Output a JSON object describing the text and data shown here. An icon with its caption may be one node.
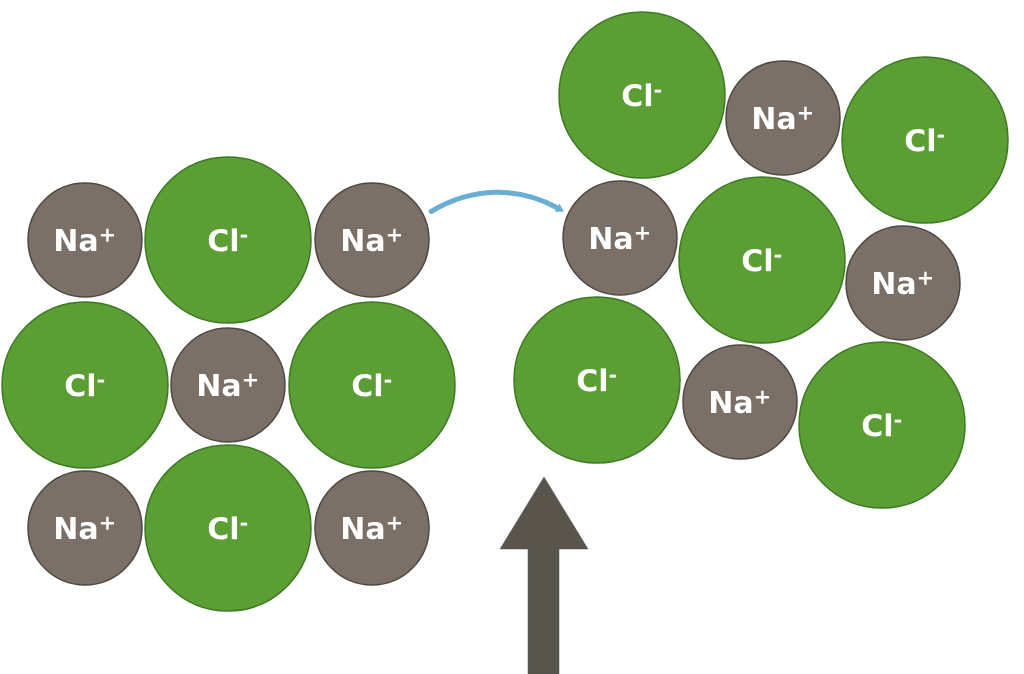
{
  "diagram": {
    "nodes": [
      {
        "text": [
          "Na$^{+}$"
        ]
      },
      {
        "text": [
          "Cl$^{-}$"
        ]
      },
      {
        "text": [
          "Na$^{+}$"
        ]
      },
      {
        "text": [
          "Cl$^{-}$"
        ]
      },
      {
        "text": [
          "Na$^{+}$"
        ]
      },
      {
        "text": [
          "Cl$^{-}$"
        ]
      },
      {
        "text": [
          "Na$^{+}$"
        ]
      },
      {
        "text": [
          "Cl$^{-}$"
        ]
      },
      {
        "text": [
          "Na$^{+}$"
        ]
      },
      {
        "text": [
          "Cl$^{-}$"
        ]
      },
      {
        "text": [
          "Na$^{+}$"
        ]
      },
      {
        "text": [
          "Cl$^{-}$"
        ]
      },
      {
        "text": [
          "Na$^{+}$"
        ]
      },
      {
        "text": [
          "Cl$^{-}$"
        ]
      },
      {
        "text": [
          "Na$^{+}$"
        ]
      },
      {
        "text": [
          "Cl$^{-}$"
        ]
      },
      {
        "text": [
          "Na$^{+}$"
        ]
      },
      {
        "text": [
          "Cl$^{-}$"
        ]
      }
    ],
    "edges": [
      {
        "from": 2,
        "to": 12,
        "arrow": "to"
      }
    ]
  }
}
